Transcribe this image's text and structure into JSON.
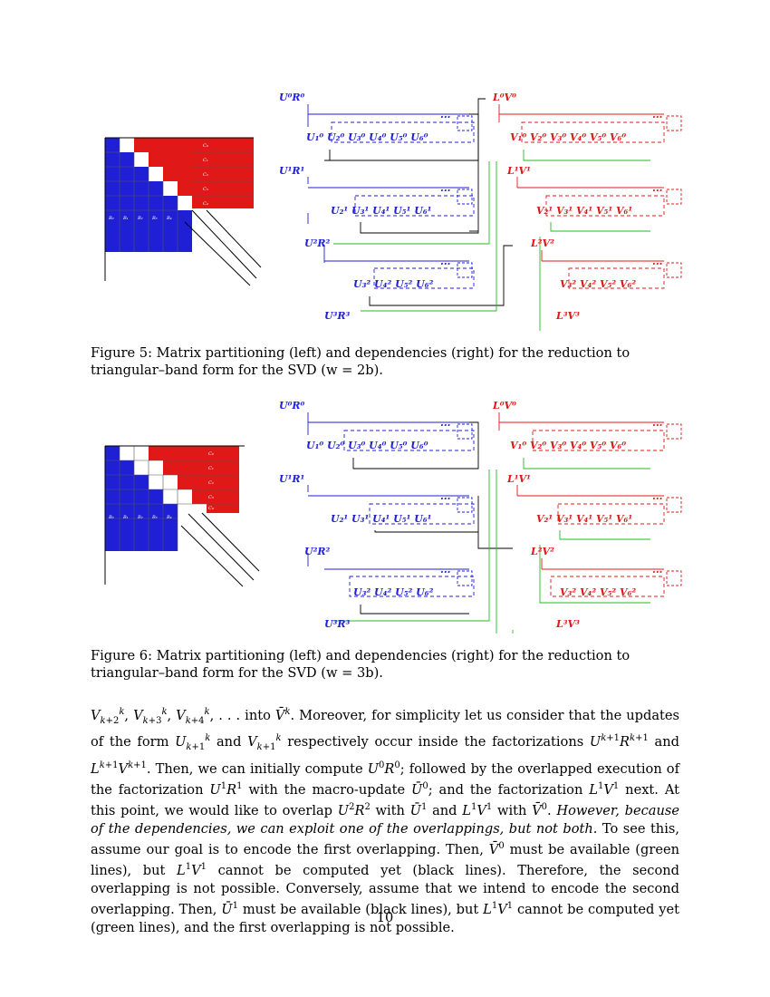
{
  "figure5": {
    "caption": "Figure 5: Matrix partitioning (left) and dependencies (right) for the reduction to triangular–band form for the SVD (w = 2b).",
    "matrix_block_labels": {
      "row_labels": [
        "C₀",
        "C₁",
        "C₂",
        "C₃",
        "C₄"
      ],
      "col_labels": [
        "B₀",
        "B₁",
        "B₂",
        "B₃",
        "B₄"
      ]
    },
    "left_labels": [
      "U⁰R⁰",
      "U¹R¹",
      "U²R²",
      "U³R³"
    ],
    "right_labels": [
      "L⁰V⁰",
      "L¹V¹",
      "L²V²",
      "L³V³"
    ],
    "ellipsis": "..."
  },
  "figure6": {
    "caption": "Figure 6: Matrix partitioning (left) and dependencies (right) for the reduction to triangular–band form for the SVD (w = 3b).",
    "left_labels": [
      "U⁰R⁰",
      "U¹R¹",
      "U²R²",
      "U³R³"
    ],
    "right_labels": [
      "L⁰V⁰",
      "L¹V¹",
      "L²V²",
      "L³V³"
    ],
    "ellipsis": "..."
  },
  "body": {
    "p1_a": ", . . . into ",
    "p1_b": ". Moreover, for simplicity let us consider that the updates of the form ",
    "p1_c": " and ",
    "p1_d": " respectively occur inside the factorizations ",
    "p1_e": " and ",
    "p1_f": ". Then, we can initially compute ",
    "p1_g": "; followed by the overlapped execution of the factorization ",
    "p1_h": " with the macro-update ",
    "p1_i": "; and the factorization ",
    "p1_j": " next. At this point, we would like to overlap ",
    "p1_k": " with ",
    "p1_l": " and ",
    "p1_m": " with ",
    "p1_n": ". ",
    "italic": "However, because of the dependencies, we can exploit one of the overlappings, but not both.",
    "p2": " To see this, assume our goal is to encode the first overlapping. Then, ",
    "p3": " must be available (green lines), but ",
    "p4": " cannot be computed yet (black lines). Therefore, the second overlapping is not possible. Conversely, assume that we intend to encode the second overlapping. Then, ",
    "p5": " must be available (black lines), but ",
    "p6": " cannot be computed yet (green lines), and the first overlapping is not possible."
  },
  "page_number": "10",
  "colors": {
    "blue": "#1f1fd6",
    "red": "#e01818",
    "green": "#22bb22",
    "black": "#000000"
  }
}
